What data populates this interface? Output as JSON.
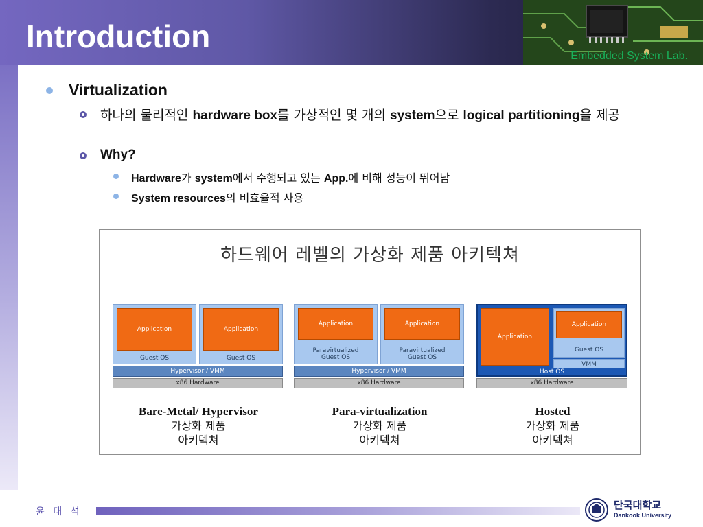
{
  "slide": {
    "title": "Introduction",
    "lab": "Embedded System Lab."
  },
  "bullets": {
    "l1": "Virtualization",
    "l2a": {
      "p1": "하나의 물리적인 ",
      "b1": "hardware box",
      "p2": "를 가상적인 몇 개의 ",
      "b2": "system",
      "p3": "으로 ",
      "b3": "logical partitioning",
      "p4": "을 제공"
    },
    "l2b": "Why?",
    "l3a": {
      "b1": "Hardware",
      "p1": "가 ",
      "b2": "system",
      "p2": "에서 수행되고 있는 ",
      "b3": "App.",
      "p3": "에 비해 성능이 뛰어남"
    },
    "l3b": {
      "b1": "System resources",
      "p1": "의 비효율적 사용"
    }
  },
  "figure": {
    "title": "하드웨어 레벨의 가상화 제품 아키텍쳐",
    "bare": {
      "app1": "Application",
      "app2": "Application",
      "os1": "Guest OS",
      "os2": "Guest OS",
      "hypervisor": "Hypervisor / VMM",
      "hardware": "x86 Hardware",
      "cap_en": "Bare-Metal/ Hypervisor",
      "cap_ko1": "가상화 제품",
      "cap_ko2": "아키텍쳐"
    },
    "para": {
      "app1": "Application",
      "app2": "Application",
      "os1": "Paravirtualized Guest OS",
      "os2": "Paravirtualized Guest OS",
      "hypervisor": "Hypervisor / VMM",
      "hardware": "x86 Hardware",
      "cap_en": "Para-virtualization",
      "cap_ko1": "가상화 제품",
      "cap_ko2": "아키텍쳐"
    },
    "hosted": {
      "app_host": "Application",
      "app_guest": "Application",
      "guest_os": "Guest OS",
      "vmm": "VMM",
      "host_os": "Host OS",
      "hardware": "x86 Hardware",
      "cap_en": "Hosted",
      "cap_ko1": "가상화 제품",
      "cap_ko2": "아키텍쳐"
    }
  },
  "footer": {
    "author": "윤 대 석",
    "univ_ko": "단국대학교",
    "univ_en": "Dankook University"
  },
  "colors": {
    "header_left": "#7467c0",
    "header_right": "#16152a",
    "lab_text": "#19b05a",
    "application": "#f06a14",
    "guest_os": "#a8c8ef",
    "hypervisor": "#5b86c0",
    "hardware": "#bfbfbf",
    "hosted_frame": "#1c58b4"
  }
}
